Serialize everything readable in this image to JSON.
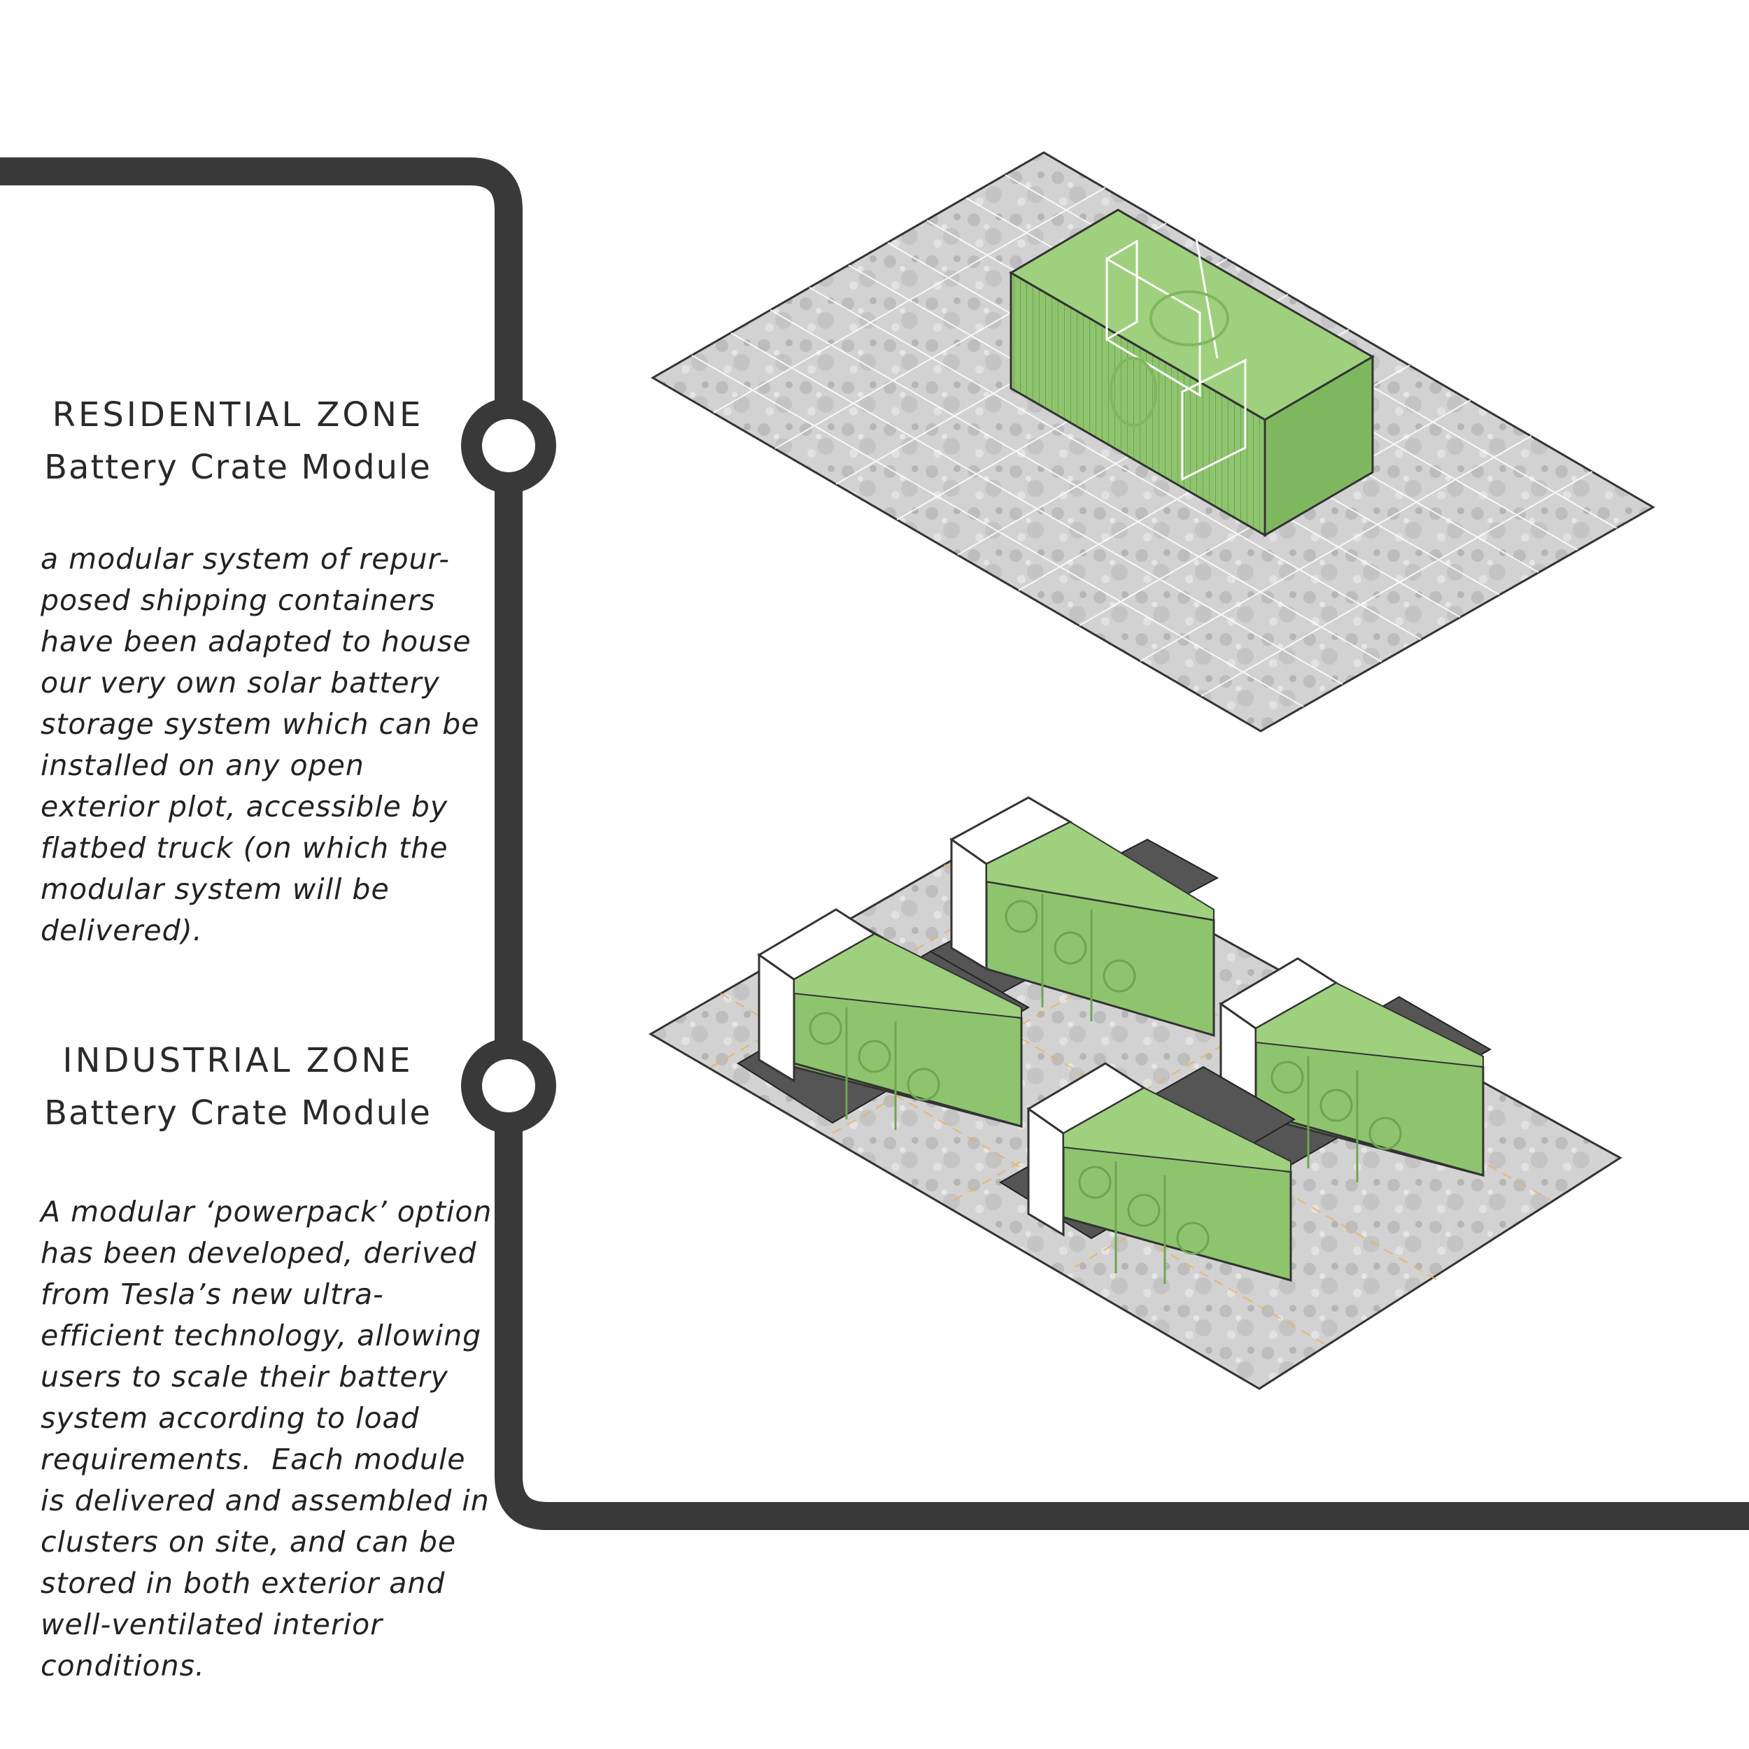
{
  "residential": {
    "zone": "RESIDENTIAL ZONE",
    "module": "Battery Crate Module",
    "description": [
      "a modular system of repur-",
      "posed shipping containers",
      "have been adapted to house",
      "our very own solar battery",
      "storage system which can be",
      "installed on any open",
      "exterior plot, accessible by",
      "flatbed truck (on which the",
      "modular system will be",
      "delivered)."
    ]
  },
  "industrial": {
    "zone": "INDUSTRIAL ZONE",
    "module": "Battery Crate Module",
    "description": [
      "A modular ‘powerpack’ option",
      "has been developed, derived",
      "from Tesla’s new ultra-",
      "efficient technology, allowing",
      "users to scale their battery",
      "system according to load",
      "requirements.  Each module",
      "is delivered and assembled in",
      "clusters on site, and can be",
      "stored in both exterior and",
      "well-ventilated interior",
      "conditions."
    ]
  },
  "colors": {
    "track": "#3a3939",
    "module_green": "#8fc46f",
    "module_green_dark": "#6fa551",
    "ground": "#cfcfcf",
    "grid_line": "#ffffff",
    "industrial_grid": "#e8b25a"
  }
}
